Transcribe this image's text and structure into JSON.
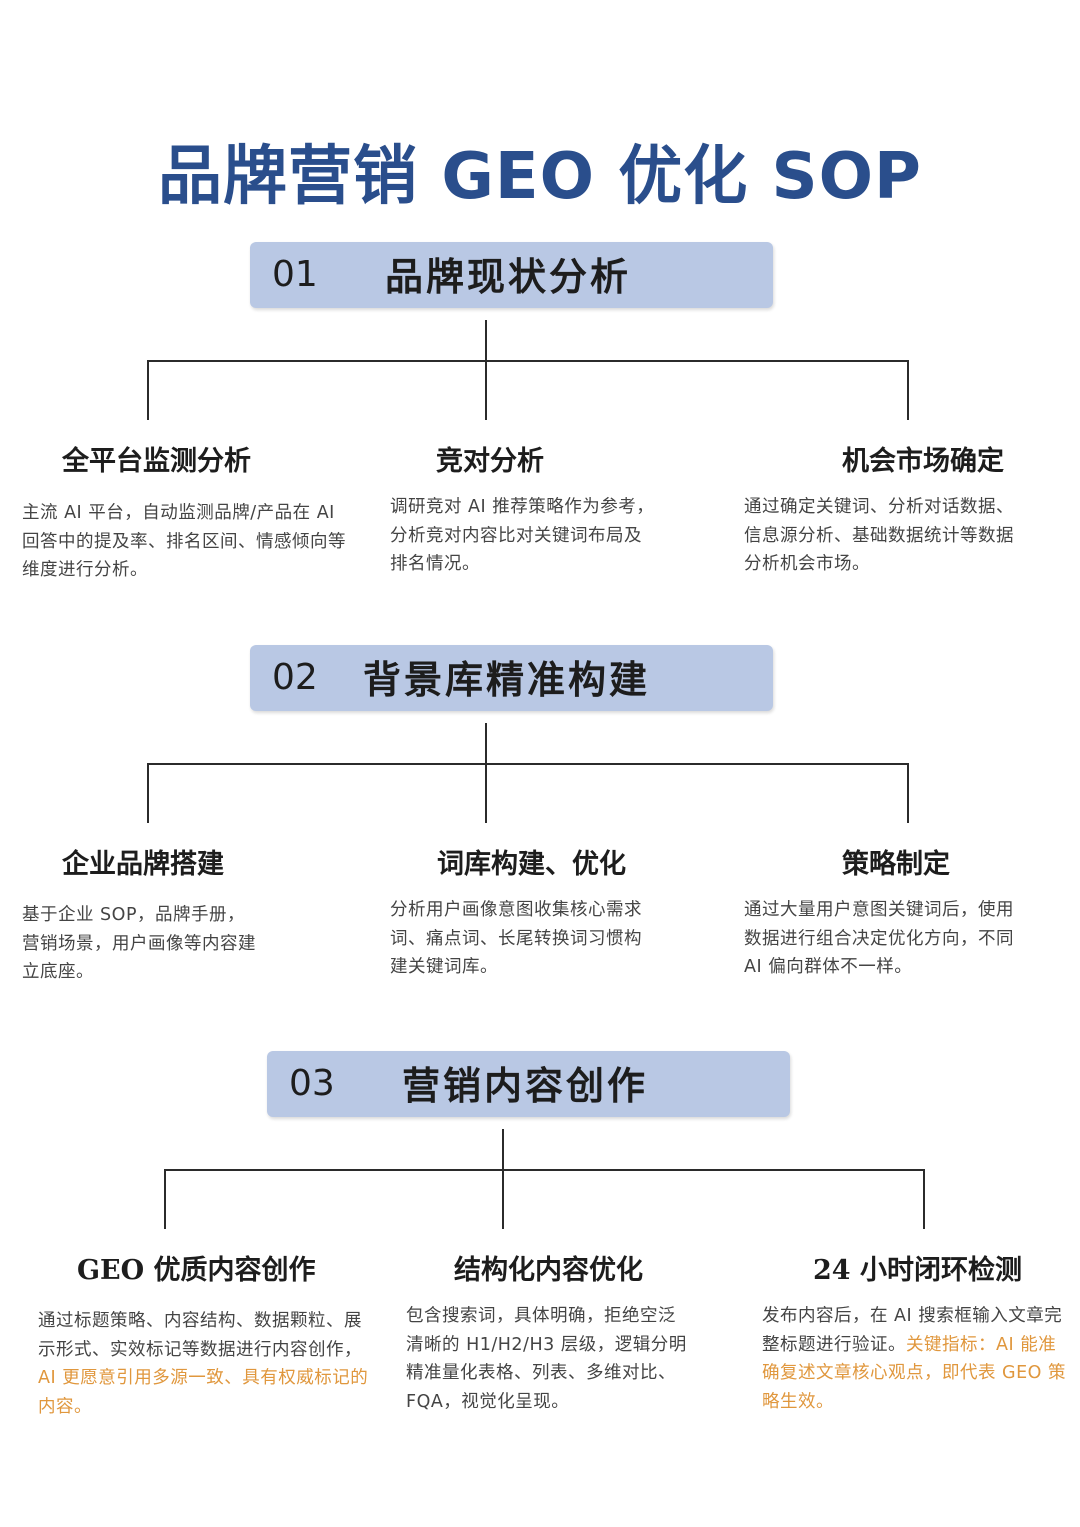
{
  "title": "品牌营销 GEO 优化 SOP",
  "sections": [
    {
      "number": "01",
      "heading": "品牌现状分析",
      "items": [
        {
          "title": "全平台监测分析",
          "desc": "主流 AI 平台，自动监测品牌/产品在 AI 回答中的提及率、排名区间、情感倾向等维度进行分析。"
        },
        {
          "title": "竞对分析",
          "desc": "调研竞对 AI 推荐策略作为参考，分析竞对内容比对关键词布局及排名情况。"
        },
        {
          "title": "机会市场确定",
          "desc": "通过确定关键词、分析对话数据、信息源分析、基础数据统计等数据分析机会市场。"
        }
      ]
    },
    {
      "number": "02",
      "heading": "背景库精准构建",
      "items": [
        {
          "title": "企业品牌搭建",
          "desc": "基于企业 SOP，品牌手册，营销场景，用户画像等内容建立底座。"
        },
        {
          "title": "词库构建、优化",
          "desc": "分析用户画像意图收集核心需求词、痛点词、长尾转换词习惯构建关键词库。"
        },
        {
          "title": "策略制定",
          "desc": "通过大量用户意图关键词后，使用数据进行组合决定优化方向，不同 AI 偏向群体不一样。"
        }
      ]
    },
    {
      "number": "03",
      "heading": "营销内容创作",
      "items": [
        {
          "title": "GEO 优质内容创作",
          "desc": "通过标题策略、内容结构、数据颗粒、展示形式、实效标记等数据进行内容创作，",
          "highlight": "AI 更愿意引用多源一致、具有权威标记的内容。"
        },
        {
          "title": "结构化内容优化",
          "desc": "包含搜索词，具体明确，拒绝空泛清晰的 H1/H2/H3 层级，逻辑分明精准量化表格、列表、多维对比、FQA，视觉化呈现。"
        },
        {
          "title": "24 小时闭环检测",
          "desc": "发布内容后，在 AI 搜索框输入文章完整标题进行验证。",
          "highlight": "关键指标：AI 能准确复述文章核心观点，即代表 GEO 策略生效。"
        }
      ]
    }
  ],
  "colors": {
    "title": "#2a4e8c",
    "bar": "#b9c8e4",
    "highlight": "#e0973d",
    "line": "#2b2b2b"
  }
}
